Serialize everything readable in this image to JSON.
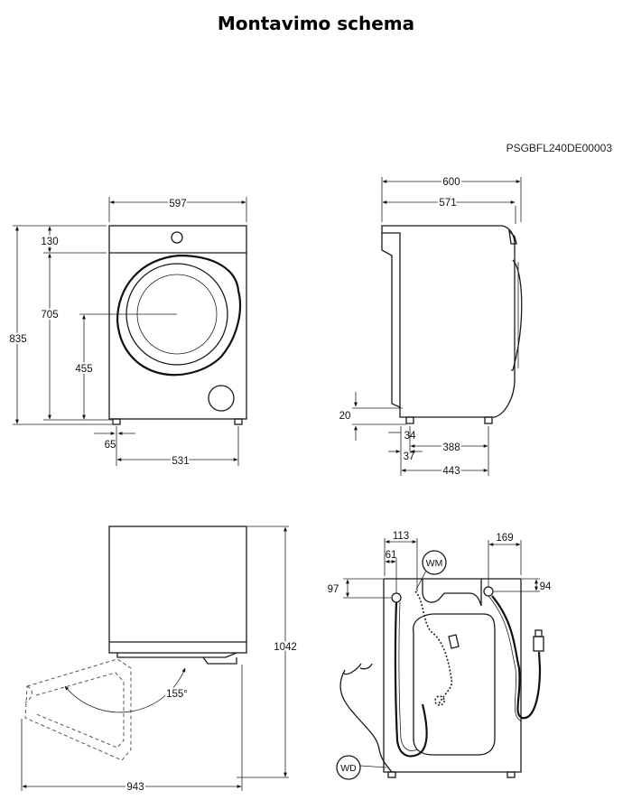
{
  "title": "Montavimo schema",
  "drawing_code": "PSGBFL240DE00003",
  "front_view": {
    "width": "597",
    "top_panel": "130",
    "door_height": "705",
    "door_center": "455",
    "total_height": "835",
    "foot_offset": "65",
    "foot_span": "531"
  },
  "side_view": {
    "depth_total": "600",
    "depth_body": "571",
    "foot_height": "20",
    "foot_offset": "34",
    "foot_span": "388",
    "front_offset": "37",
    "depth_base": "443"
  },
  "door_view": {
    "height_open": "1042",
    "opening_angle": "155°",
    "width_open": "943"
  },
  "rear_view": {
    "inlet_offset": "113",
    "inlet_center": "61",
    "right_offset": "169",
    "inlet_height": "97",
    "right_height": "94",
    "water_mains_label": "WM",
    "waste_drain_label": "WD"
  },
  "colors": {
    "line": "#1a1a1a",
    "background": "#ffffff"
  }
}
